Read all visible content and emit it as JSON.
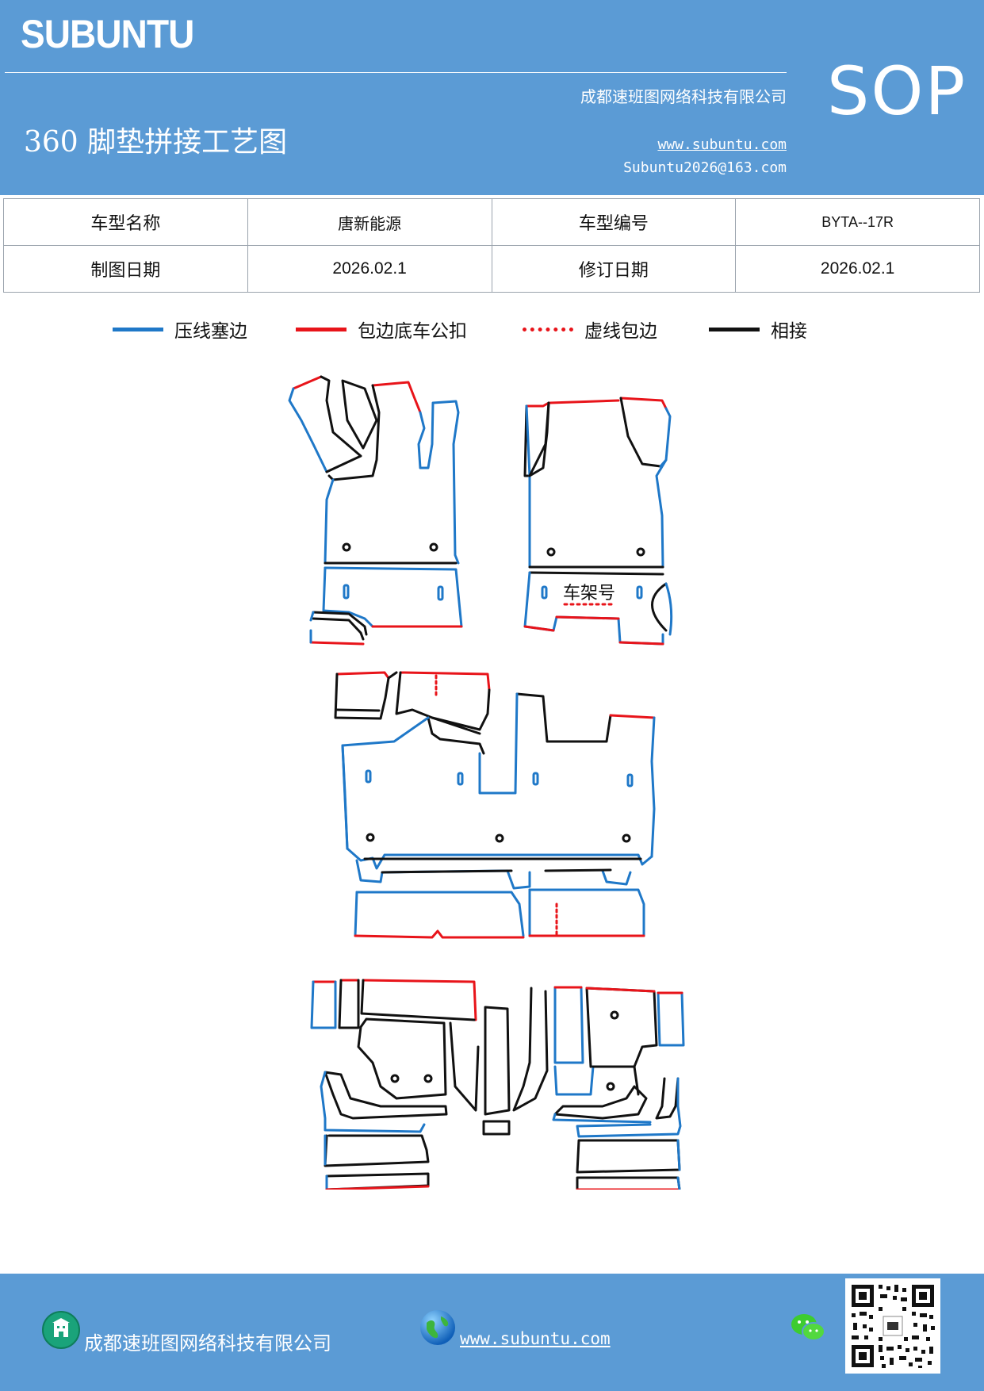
{
  "header": {
    "brand": "SUBUNTU",
    "sop_label": "SOP",
    "company": "成都速班图网络科技有限公司",
    "title": "360 脚垫拼接工艺图",
    "website": "www.subuntu.com",
    "email": "Subuntu2026@163.com"
  },
  "info_table": {
    "row1": {
      "label1": "车型名称",
      "value1": "唐新能源",
      "label2": "车型编号",
      "value2": "BYTA--17R"
    },
    "row2": {
      "label1": "制图日期",
      "value1": "2026.02.1",
      "label2": "修订日期",
      "value2": "2026.02.1"
    }
  },
  "legend": [
    {
      "label": "压线塞边",
      "color": "#1f78c8",
      "style": "solid"
    },
    {
      "label": "包边底车公扣",
      "color": "#e8141a",
      "style": "solid"
    },
    {
      "label": "虚线包边",
      "color": "#e8141a",
      "style": "dotted"
    },
    {
      "label": "相接",
      "color": "#111111",
      "style": "solid"
    }
  ],
  "diagram": {
    "frame_label": "车架号",
    "colors": {
      "blue": "#1f78c8",
      "red": "#e8141a",
      "black": "#111111"
    }
  },
  "footer": {
    "company": "成都速班图网络科技有限公司",
    "website": "www.subuntu.com",
    "icons": [
      "building-icon",
      "globe-icon",
      "wechat-icon",
      "qr-code"
    ]
  }
}
